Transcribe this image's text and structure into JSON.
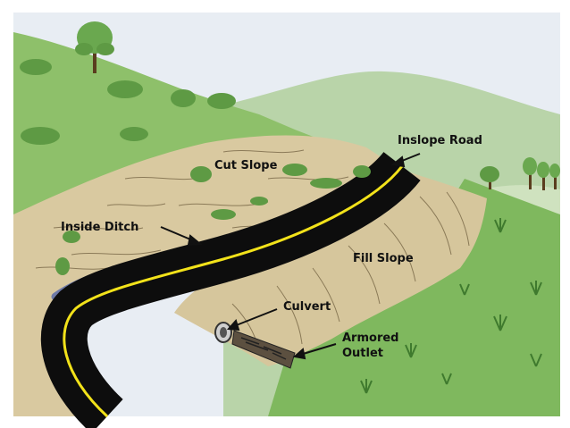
{
  "diagram": {
    "labels": {
      "inslope_road": "Inslope Road",
      "cut_slope": "Cut Slope",
      "inside_ditch": "Inside Ditch",
      "fill_slope": "Fill Slope",
      "culvert": "Culvert",
      "armored_outlet_line1": "Armored",
      "armored_outlet_line2": "Outlet"
    },
    "colors": {
      "sky": "#e8edf3",
      "hill_far": "#b9d4a9",
      "hill_near": "#8ec06a",
      "cut_soil": "#d9c9a0",
      "fill_soil": "#d6c69c",
      "meadow": "#7fb85e",
      "road": "#0d0d0d",
      "centerline": "#f2e21a",
      "ditch": "#6e7aa8"
    }
  }
}
